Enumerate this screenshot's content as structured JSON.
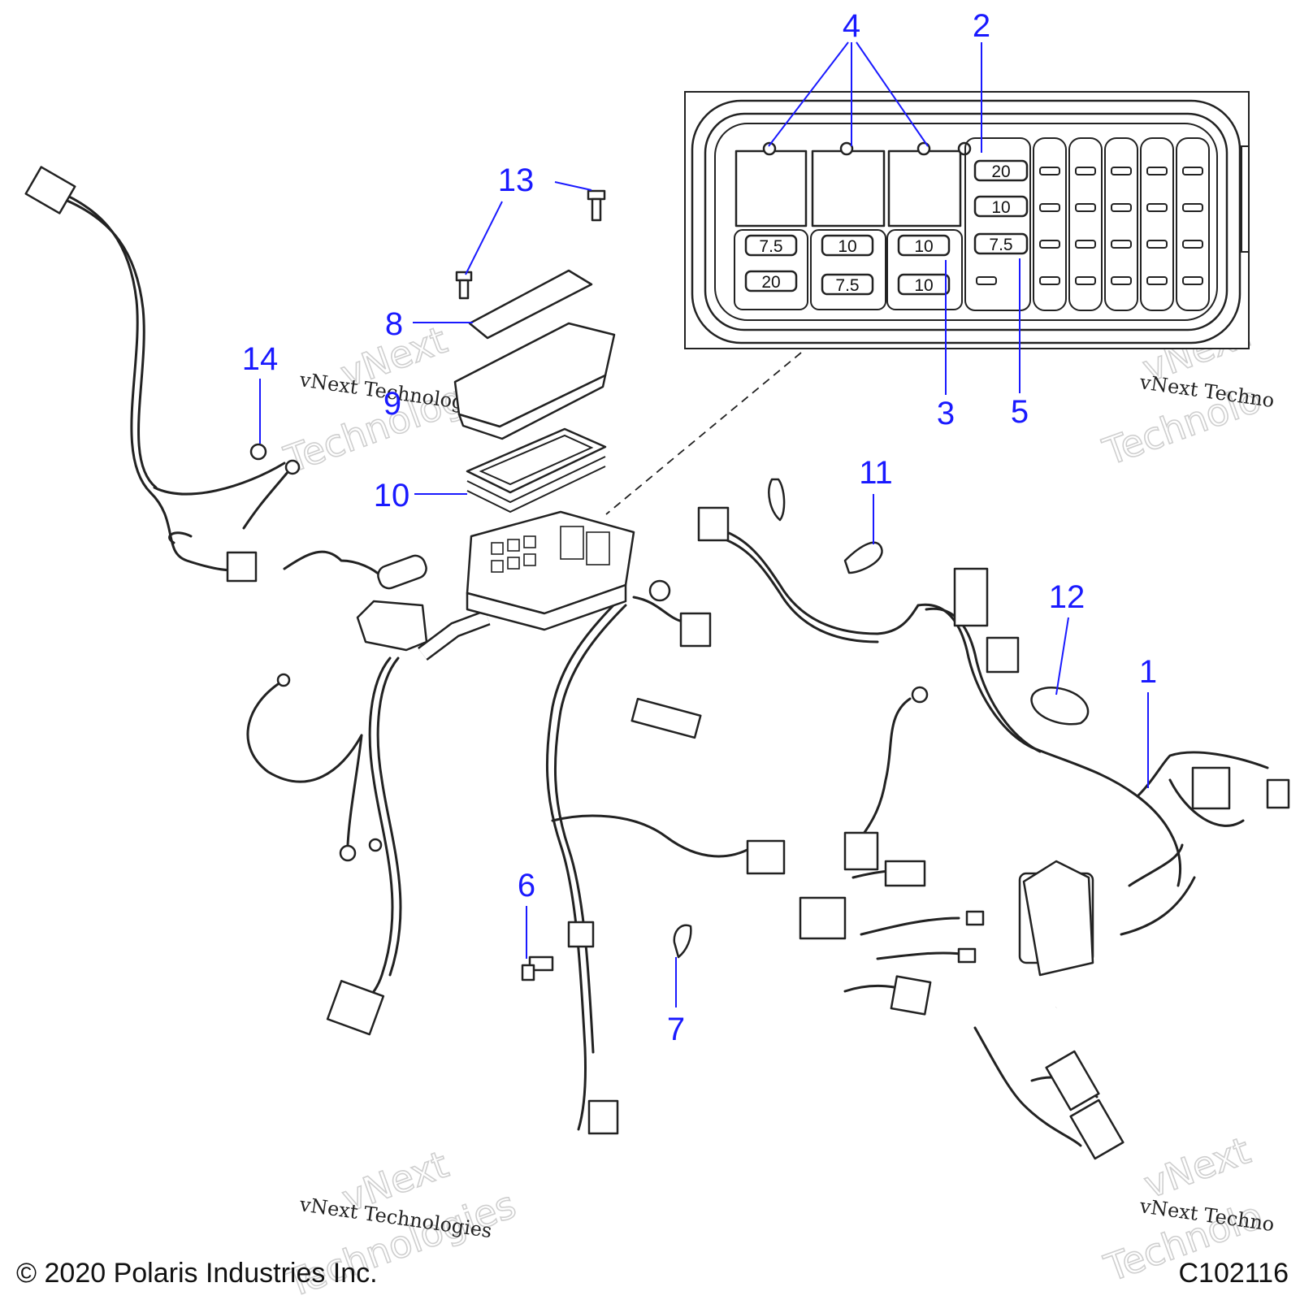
{
  "callouts": {
    "c1": "1",
    "c2": "2",
    "c3": "3",
    "c4": "4",
    "c5": "5",
    "c6": "6",
    "c7": "7",
    "c8": "8",
    "c9": "9",
    "c10": "10",
    "c11": "11",
    "c12": "12",
    "c13": "13",
    "c14": "14"
  },
  "fuses": {
    "r1c1": "7.5",
    "r1c2": "10",
    "r1c3": "10",
    "r2c1": "20",
    "r2c2": "7.5",
    "r2c3": "10",
    "col4a": "20",
    "col4b": "10",
    "col4c": "7.5"
  },
  "watermark": {
    "big_line1": "vNext",
    "big_line2": "Technologies",
    "small": "vNext Technologies",
    "right_big_line1": "vNext",
    "right_big_line2": "Technolo",
    "right_small": "vNext Techno"
  },
  "footer": {
    "copyright": "© 2020 Polaris Industries Inc.",
    "code": "C102116"
  }
}
